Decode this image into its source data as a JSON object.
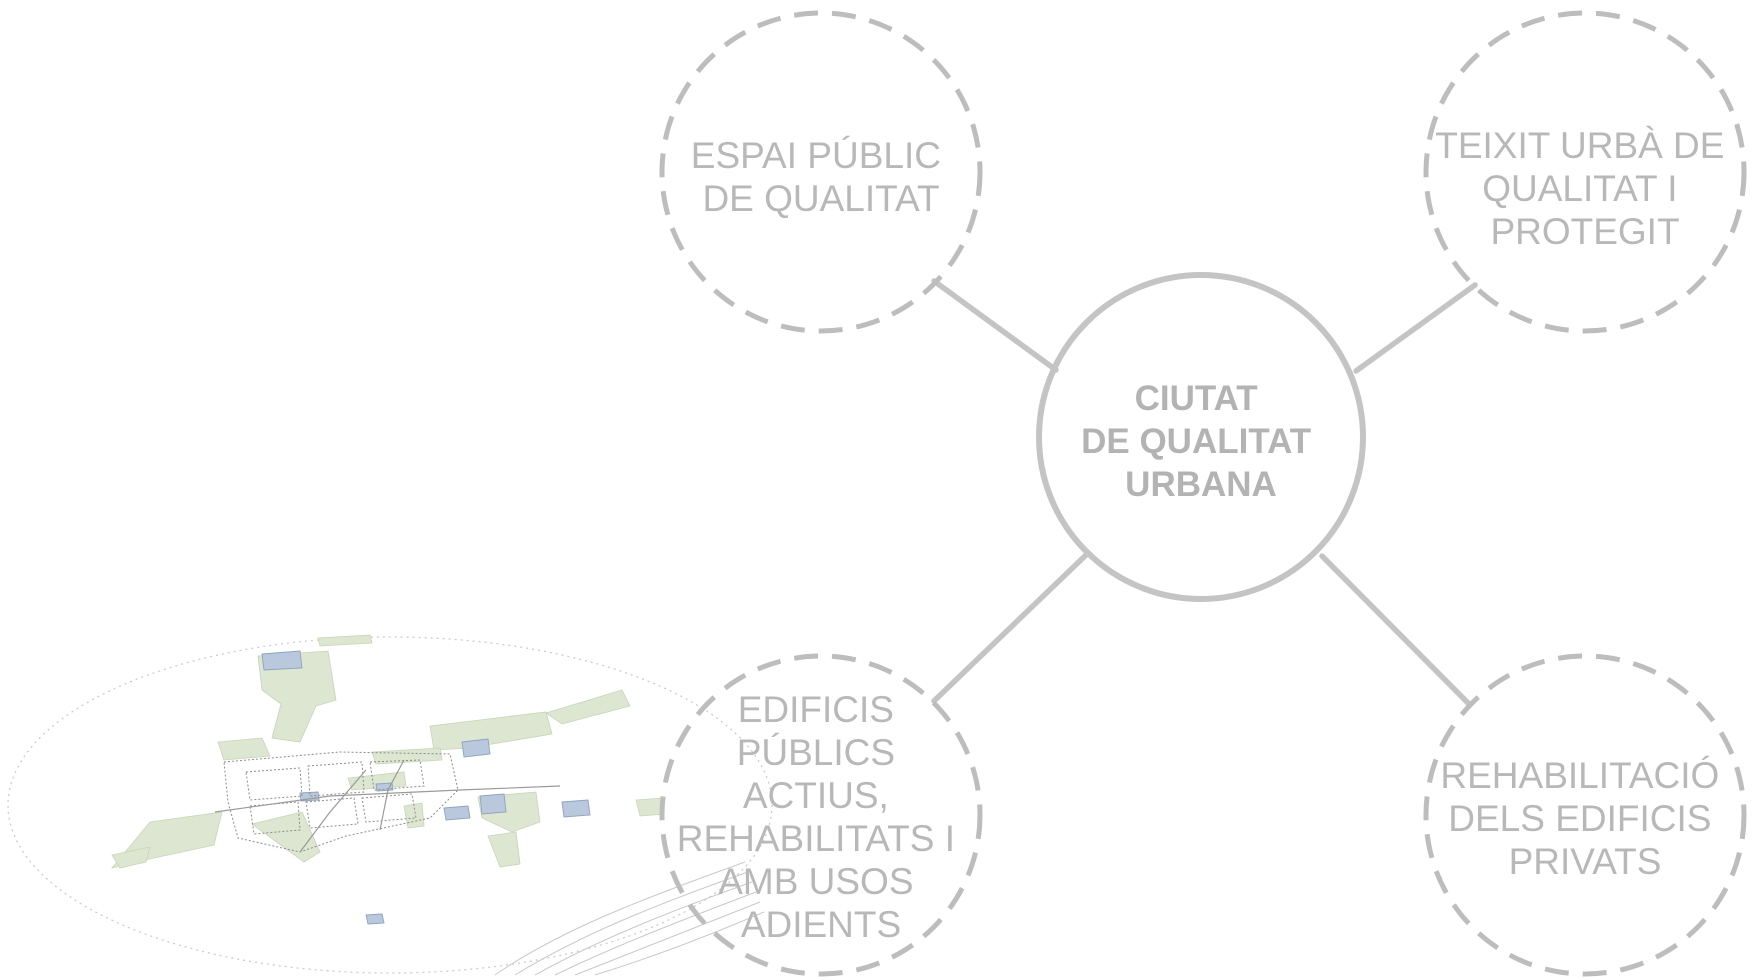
{
  "diagram": {
    "center": {
      "lines": [
        "CIUTAT",
        "DE QUALITAT",
        "URBANA"
      ]
    },
    "nodes": [
      {
        "id": "espai-public",
        "lines": [
          "ESPAI PÚBLIC",
          "DE QUALITAT"
        ]
      },
      {
        "id": "teixit-urba",
        "lines": [
          "TEIXIT URBÀ DE",
          "QUALITAT I",
          "PROTEGIT"
        ]
      },
      {
        "id": "edificis-publics",
        "lines": [
          "EDIFICIS",
          "PÚBLICS",
          "ACTIUS,",
          "REHABILITATS I",
          "AMB USOS",
          "ADIENTS"
        ]
      },
      {
        "id": "rehabilitacio",
        "lines": [
          "REHABILITACIÓ",
          "DELS EDIFICIS",
          "PRIVATS"
        ]
      }
    ],
    "colors": {
      "center_stroke": "#c4c4c4",
      "node_stroke": "#bdbdbd",
      "connector": "#c4c4c4",
      "text": "#b8b8b8",
      "map_green": "#dde6d0",
      "map_blue": "#b9c8dc"
    },
    "illustration": "urban-map-axonometric"
  }
}
